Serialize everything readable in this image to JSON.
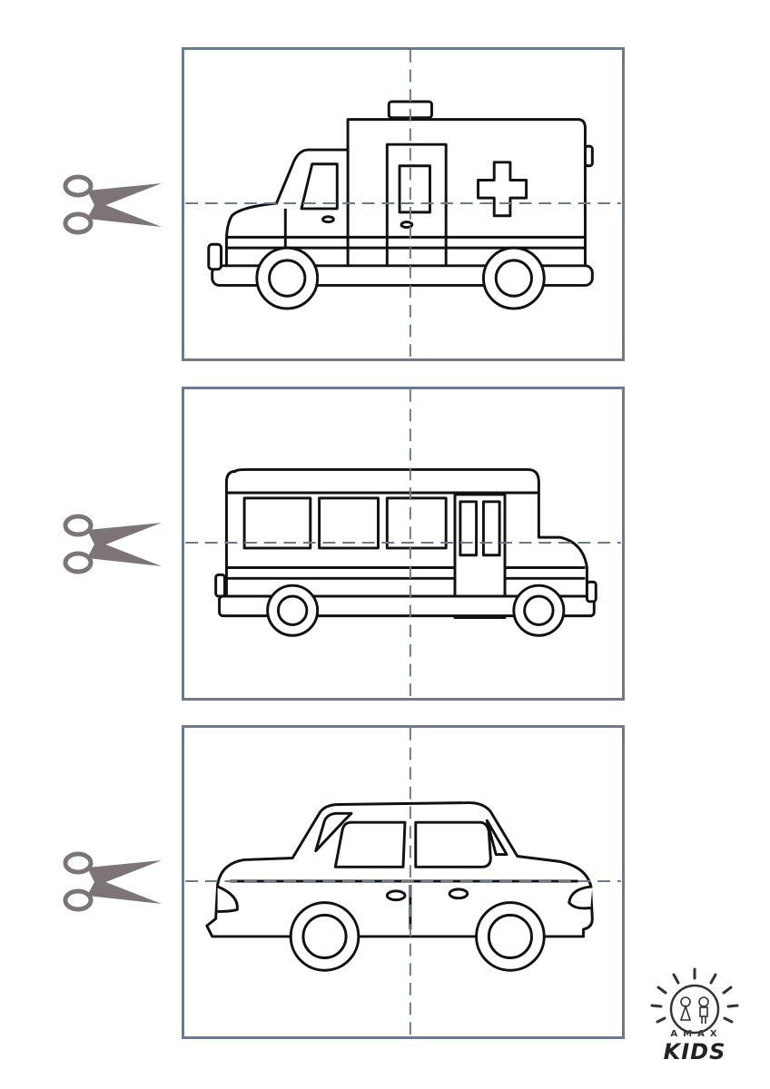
{
  "worksheet": {
    "cut_guides": [
      {
        "icon": "scissors-icon",
        "color": "#7d7478"
      },
      {
        "icon": "scissors-icon",
        "color": "#7d7478"
      },
      {
        "icon": "scissors-icon",
        "color": "#7d7478"
      }
    ],
    "puzzles": [
      {
        "vehicle": "ambulance",
        "pieces": 4
      },
      {
        "vehicle": "bus",
        "pieces": 4
      },
      {
        "vehicle": "car",
        "pieces": 4
      }
    ],
    "colors": {
      "frame": "#6b7a8c",
      "cut_line": "#6b7a8c",
      "outline": "#111111"
    }
  },
  "logo": {
    "brand": "AMAX",
    "name": "KIDS"
  }
}
